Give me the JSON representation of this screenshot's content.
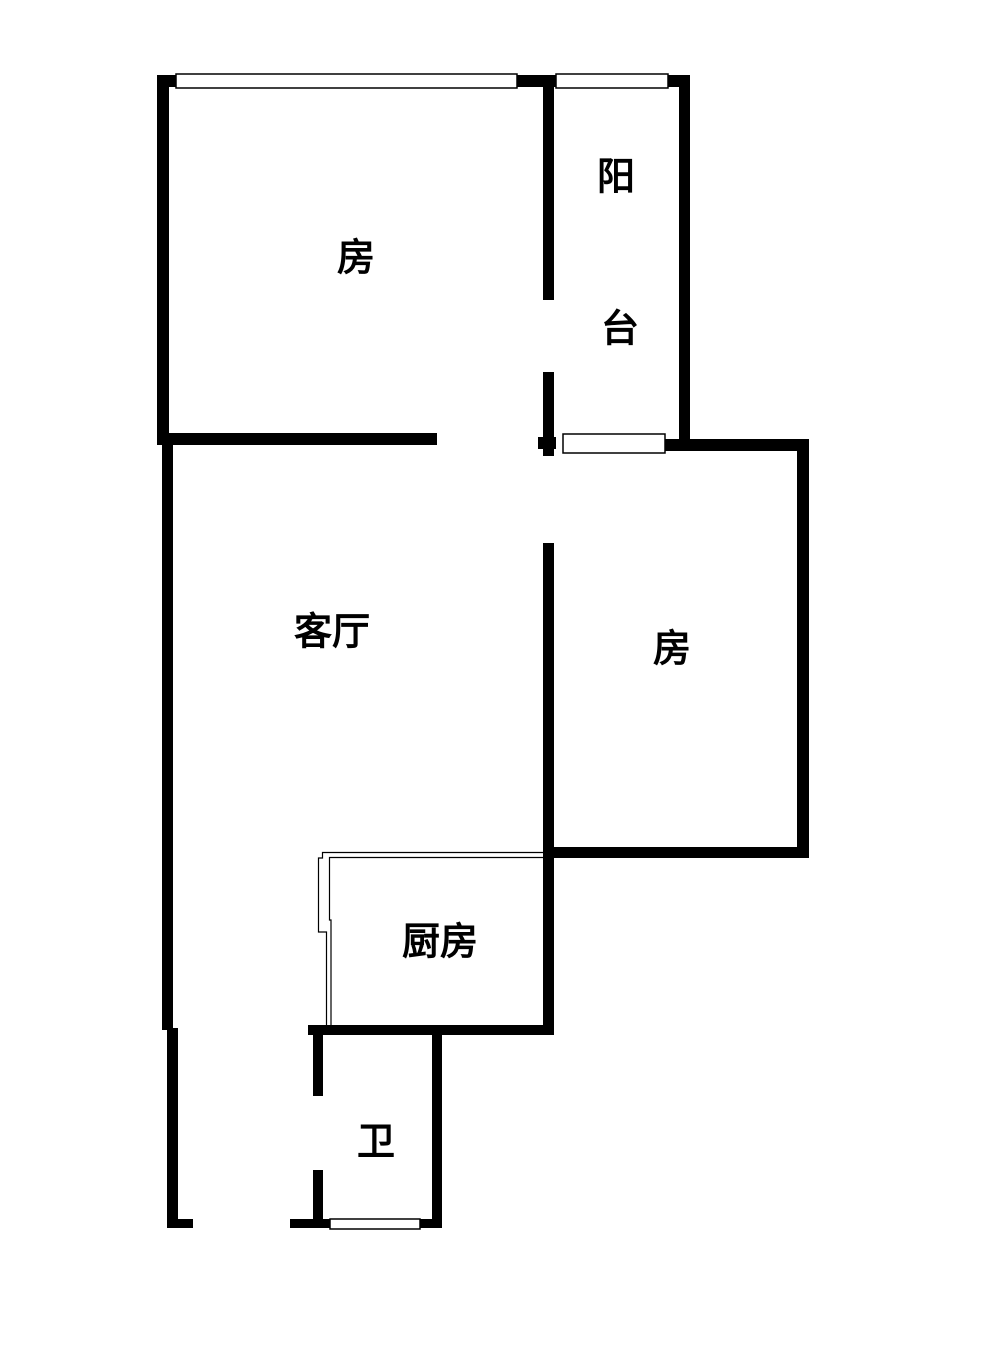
{
  "rooms": {
    "bedroom_1": "房",
    "balcony_top": "阳",
    "balcony_bottom": "台",
    "living_room": "客厅",
    "bedroom_2": "房",
    "kitchen": "厨房",
    "bathroom": "卫"
  },
  "colors": {
    "wall": "#000000",
    "background": "#ffffff",
    "window": "#ffffff"
  }
}
